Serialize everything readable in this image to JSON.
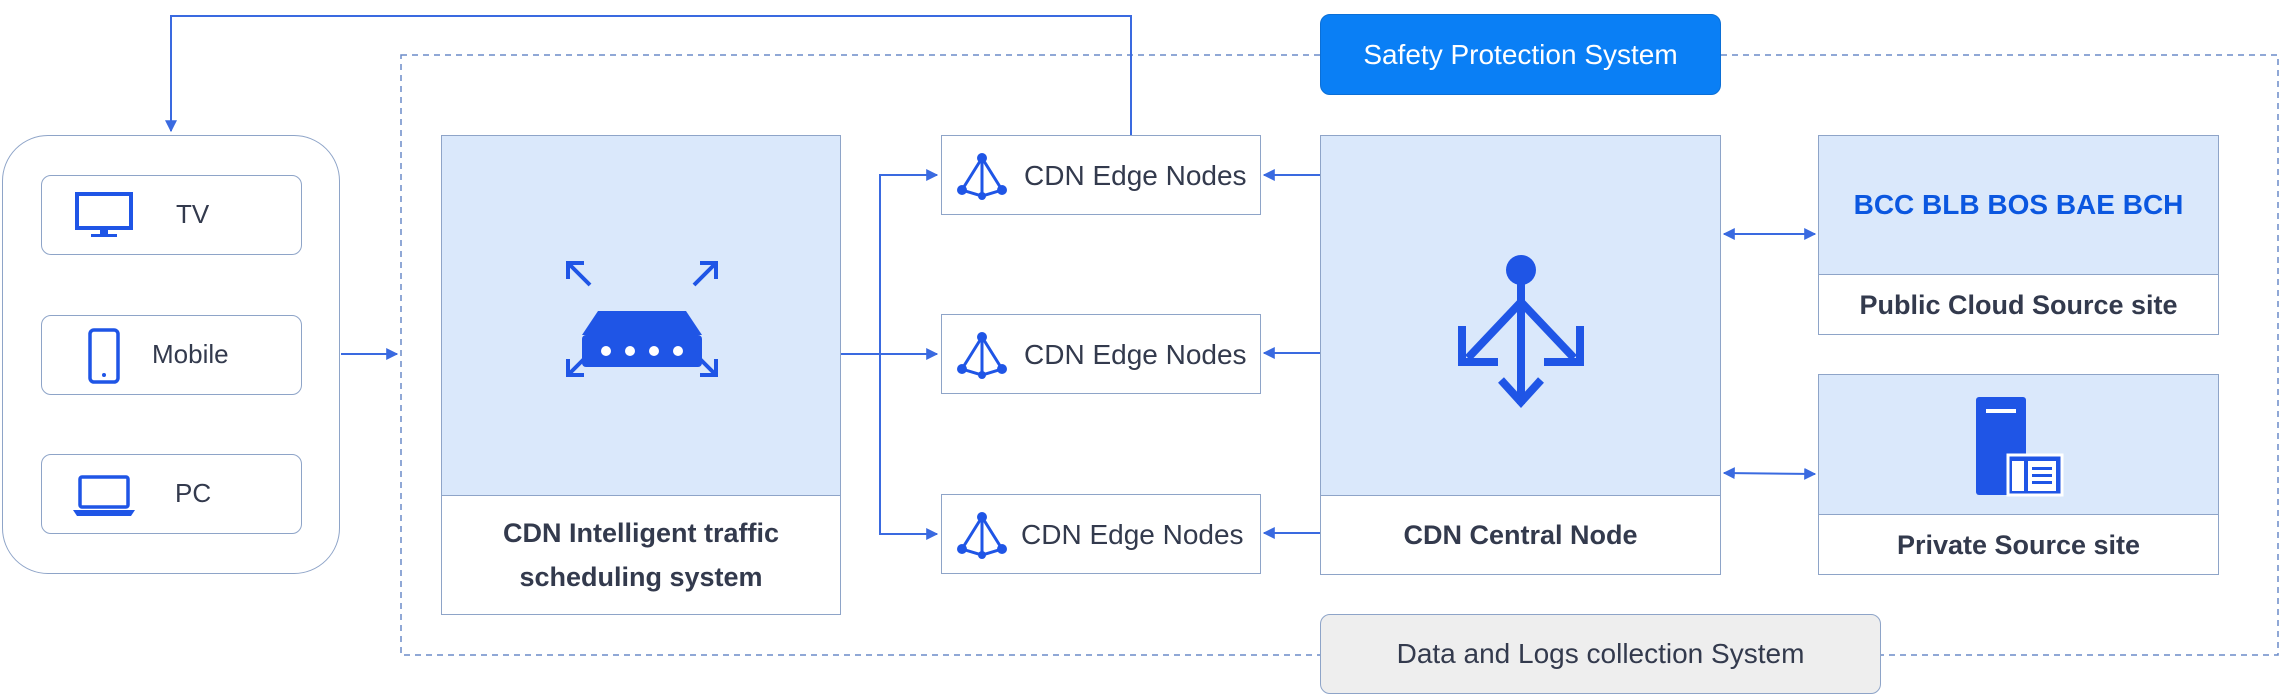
{
  "devices": [
    {
      "label": "TV",
      "icon": "tv-icon"
    },
    {
      "label": "Mobile",
      "icon": "mobile-icon"
    },
    {
      "label": "PC",
      "icon": "laptop-icon"
    }
  ],
  "scheduler": {
    "label_line1": "CDN Intelligent traffic",
    "label_line2": "scheduling system",
    "icon": "router-icon"
  },
  "edge_nodes": [
    {
      "label": "CDN Edge Nodes",
      "icon": "network-node-icon"
    },
    {
      "label": "CDN Edge Nodes",
      "icon": "network-node-icon"
    },
    {
      "label": "CDN Edge Nodes",
      "icon": "network-node-icon"
    }
  ],
  "central_node": {
    "label": "CDN Central Node",
    "icon": "distribution-arrows-icon"
  },
  "safety_system": {
    "label": "Safety Protection System"
  },
  "logs_system": {
    "label": "Data and Logs collection System"
  },
  "public_cloud": {
    "services": "BCC BLB BOS BAE BCH",
    "label": "Public Cloud Source site"
  },
  "private_source": {
    "label": "Private Source site",
    "icon": "server-icon"
  },
  "colors": {
    "accent": "#0a7ff5",
    "icon_blue": "#1f55e6",
    "line_blue": "#3a6ae0",
    "panel_fill": "#dae8fb",
    "border": "#8ea4c8",
    "text": "#333a4d",
    "logs_fill": "#eeeeee"
  }
}
